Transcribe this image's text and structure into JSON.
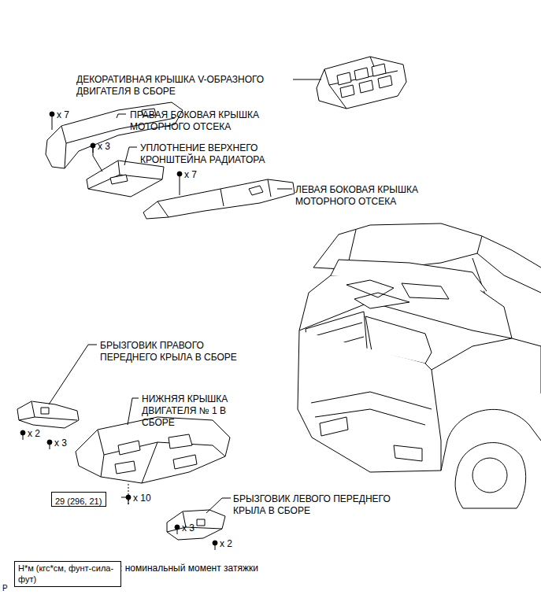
{
  "diagram": {
    "nodes": [
      {
        "text": [
          "29 (296, 21)"
        ]
      },
      {
        "text": [
          "Н*м (кгс*см, фунт-сила-фут)"
        ]
      }
    ],
    "labels": [
      "ДЕКОРАТИВНАЯ КРЫШКА V-ОБРАЗНОГО ДВИГАТЕЛЯ В СБОРЕ",
      "x 7",
      "ПРАВАЯ БОКОВАЯ КРЫШКА МОТОРНОГО ОТСЕКА",
      "x 3",
      "УПЛОТНЕНИЕ ВЕРХНЕГО КРОНШТЕЙНА РАДИАТОРА",
      "x 7",
      "ЛЕВАЯ БОКОВАЯ КРЫШКА МОТОРНОГО ОТСЕКА",
      "БРЫЗГОВИК ПРАВОГО ПЕРЕДНЕГО КРЫЛА В СБОРЕ",
      "x 2",
      "x 3",
      "НИЖНЯЯ КРЫШКА ДВИГАТЕЛЯ № 1 В СБОРЕ",
      "x 10",
      "БРЫЗГОВИК ЛЕВОГО ПЕРЕДНЕГО КРЫЛА В СБОРЕ",
      "x 3",
      "x 2",
      ": номинальный момент затяжки",
      "P"
    ]
  }
}
